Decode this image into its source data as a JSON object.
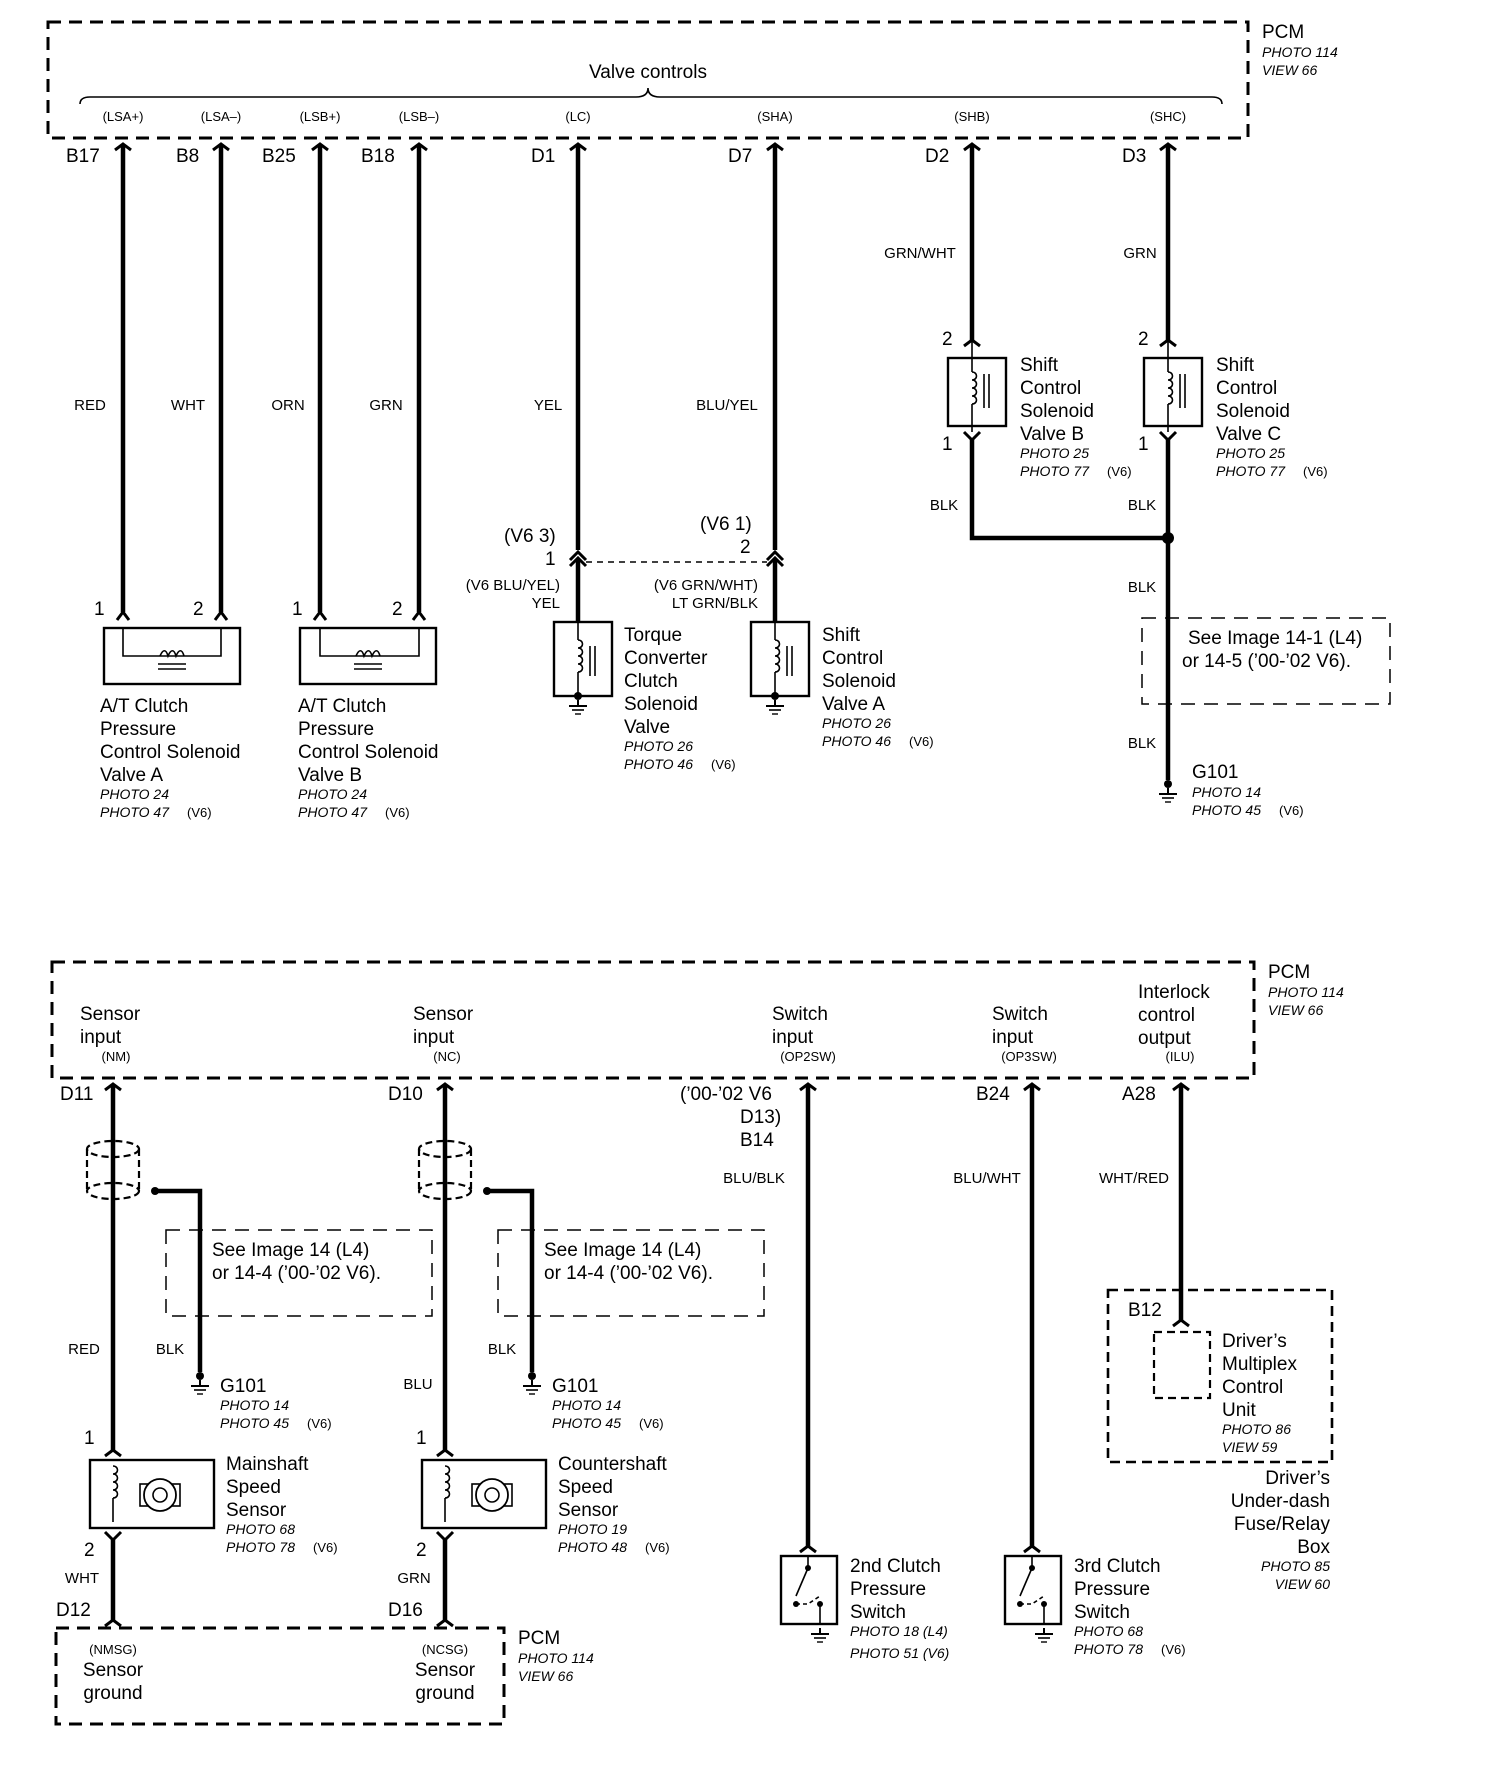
{
  "colors": {
    "ink": "#000000",
    "paper": "#ffffff"
  },
  "top": {
    "pcm": {
      "title": "PCM",
      "photo": "PHOTO 114",
      "view": "VIEW 66"
    },
    "valve_controls": "Valve controls",
    "signals": [
      "(LSA+)",
      "(LSA–)",
      "(LSB+)",
      "(LSB–)",
      "(LC)",
      "(SHA)",
      "(SHB)",
      "(SHC)"
    ],
    "pins": [
      "B17",
      "B8",
      "B25",
      "B18",
      "D1",
      "D7",
      "D2",
      "D3"
    ],
    "wires": [
      "RED",
      "WHT",
      "ORN",
      "GRN",
      "YEL",
      "BLU/YEL",
      "GRN/WHT",
      "GRN"
    ],
    "solenoid_a": {
      "pin1": "1",
      "pin2": "2",
      "name": [
        "A/T Clutch",
        "Pressure",
        "Control Solenoid",
        "Valve A"
      ],
      "photo1": "PHOTO 24",
      "photo2": "PHOTO 47",
      "v6": "(V6)"
    },
    "solenoid_b": {
      "pin1": "1",
      "pin2": "2",
      "name": [
        "A/T Clutch",
        "Pressure",
        "Control Solenoid",
        "Valve B"
      ],
      "photo1": "PHOTO 24",
      "photo2": "PHOTO 47",
      "v6": "(V6)"
    },
    "tcc": {
      "v6pin": "(V6 3)",
      "pin": "1",
      "v6wire": "(V6 BLU/YEL)",
      "wire": "YEL",
      "name": [
        "Torque",
        "Converter",
        "Clutch",
        "Solenoid",
        "Valve"
      ],
      "photo1": "PHOTO 26",
      "photo2": "PHOTO 46",
      "v6": "(V6)"
    },
    "sha": {
      "v6pin": "(V6 1)",
      "pin": "2",
      "v6wire": "(V6 GRN/WHT)",
      "wire": "LT GRN/BLK",
      "name": [
        "Shift",
        "Control",
        "Solenoid",
        "Valve A"
      ],
      "photo1": "PHOTO 26",
      "photo2": "PHOTO 46",
      "v6": "(V6)"
    },
    "shb": {
      "pin2": "2",
      "pin1": "1",
      "name": [
        "Shift",
        "Control",
        "Solenoid",
        "Valve B"
      ],
      "photo1": "PHOTO 25",
      "photo2": "PHOTO 77",
      "v6": "(V6)",
      "ground_wire": "BLK"
    },
    "shc": {
      "pin2": "2",
      "pin1": "1",
      "name": [
        "Shift",
        "Control",
        "Solenoid",
        "Valve C"
      ],
      "photo1": "PHOTO 25",
      "photo2": "PHOTO 77",
      "v6": "(V6)",
      "ground_wire": "BLK"
    },
    "ground_wires": [
      "BLK",
      "BLK"
    ],
    "see_image": [
      "See Image 14-1 (L4)",
      "or 14-5 (’00-’02 V6)."
    ],
    "g101": {
      "name": "G101",
      "photo1": "PHOTO 14",
      "photo2": "PHOTO 45",
      "v6": "(V6)"
    }
  },
  "bottom": {
    "pcm": {
      "title": "PCM",
      "photo": "PHOTO 114",
      "view": "VIEW 66"
    },
    "inputs": [
      {
        "label": [
          "Sensor",
          "input"
        ],
        "signal": "(NM)"
      },
      {
        "label": [
          "Sensor",
          "input"
        ],
        "signal": "(NC)"
      },
      {
        "label": [
          "Switch",
          "input"
        ],
        "signal": "(OP2SW)"
      },
      {
        "label": [
          "Switch",
          "input"
        ],
        "signal": "(OP3SW)"
      },
      {
        "label": [
          "Interlock",
          "control",
          "output"
        ],
        "signal": "(ILU)"
      }
    ],
    "pins": [
      "D11",
      "D10",
      "B24",
      "A28"
    ],
    "op2_pin": [
      "(’00-’02 V6",
      "D13)",
      "B14"
    ],
    "wires": [
      "RED",
      "BLK",
      "BLU",
      "BLK",
      "BLU/BLK",
      "BLU/WHT",
      "WHT/RED",
      "WHT",
      "GRN"
    ],
    "see_image": [
      [
        "See Image 14 (L4)",
        "or 14-4 (’00-’02 V6)."
      ],
      [
        "See Image 14 (L4)",
        "or 14-4 (’00-’02 V6)."
      ]
    ],
    "g101": {
      "name": "G101",
      "photo1": "PHOTO 14",
      "photo2": "PHOTO 45",
      "v6": "(V6)"
    },
    "mainshaft": {
      "pin1": "1",
      "pin2": "2",
      "name": [
        "Mainshaft",
        "Speed",
        "Sensor"
      ],
      "photo1": "PHOTO 68",
      "photo2": "PHOTO 78",
      "v6": "(V6)"
    },
    "countershaft": {
      "pin1": "1",
      "pin2": "2",
      "name": [
        "Countershaft",
        "Speed",
        "Sensor"
      ],
      "photo1": "PHOTO 19",
      "photo2": "PHOTO 48",
      "v6": "(V6)"
    },
    "sensor_ground_pins": [
      "D12",
      "D16"
    ],
    "sensor_grounds": [
      {
        "signal": "(NMSG)",
        "label": [
          "Sensor",
          "ground"
        ]
      },
      {
        "signal": "(NCSG)",
        "label": [
          "Sensor",
          "ground"
        ]
      }
    ],
    "pcm2": {
      "title": "PCM",
      "photo": "PHOTO 114",
      "view": "VIEW 66"
    },
    "switch2": {
      "name": [
        "2nd Clutch",
        "Pressure",
        "Switch"
      ],
      "photo1": "PHOTO 18 (L4)",
      "photo2": "PHOTO 51 (V6)"
    },
    "switch3": {
      "name": [
        "3rd Clutch",
        "Pressure",
        "Switch"
      ],
      "photo1": "PHOTO 68",
      "photo2": "PHOTO 78",
      "v6": "(V6)"
    },
    "multiplex": {
      "pin": "B12",
      "name": [
        "Driver’s",
        "Multiplex",
        "Control",
        "Unit"
      ],
      "photo": "PHOTO 86",
      "view": "VIEW 59"
    },
    "fusebox": {
      "name": [
        "Driver’s",
        "Under-dash",
        "Fuse/Relay",
        "Box"
      ],
      "photo": "PHOTO 85",
      "view": "VIEW 60"
    }
  }
}
